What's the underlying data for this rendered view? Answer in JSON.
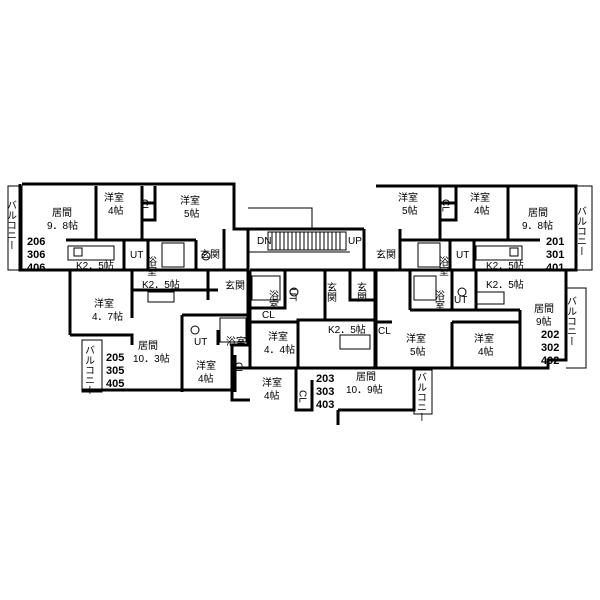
{
  "floorplan": {
    "labels": {
      "bal_206": "バルコニー",
      "liv_206_a": "居間",
      "liv_206_b": "9．8帖",
      "unit_206_a": "206",
      "unit_206_b": "306",
      "unit_206_c": "406",
      "yo_206a_a": "洋室",
      "yo_206a_b": "4帖",
      "cl_206": "CL",
      "yo_206b_a": "洋室",
      "yo_206b_b": "5帖",
      "k_206": "K2．5帖",
      "ut_206": "UT",
      "bath_206": "浴室",
      "ent_206": "玄関",
      "k_205": "K2．5帖",
      "ent_205": "玄関",
      "yo_205a_a": "洋室",
      "yo_205a_b": "4．7帖",
      "bal_205": "バルコニー",
      "liv_205_a": "居間",
      "liv_205_b": "10．3帖",
      "unit_205_a": "205",
      "unit_205_b": "305",
      "unit_205_c": "405",
      "ut_205": "UT",
      "bath_205": "浴室",
      "yo_205b_a": "洋室",
      "yo_205b_b": "4帖",
      "cl_205": "CL",
      "dn": "DN",
      "up": "UP",
      "bath_204": "浴室",
      "ut_204": "UT",
      "cl_204": "CL",
      "yo_204_a": "洋室",
      "yo_204_b": "4．4帖",
      "yo_203_a": "洋室",
      "yo_203_b": "4帖",
      "cl_203": "CL",
      "unit_203_a": "203",
      "unit_203_b": "303",
      "unit_203_c": "403",
      "liv_203_a": "居間",
      "liv_203_b": "10．9帖",
      "ent_203a": "玄関",
      "ent_203b": "玄関",
      "k_203": "K2．5帖",
      "bal_203": "バルコニー",
      "ent_201": "玄関",
      "bath_201": "浴室",
      "ut_201": "UT",
      "k_201": "K2．5帖",
      "yo_201a_a": "洋室",
      "yo_201a_b": "5帖",
      "cl_201": "CL",
      "yo_201b_a": "洋室",
      "yo_201b_b": "4帖",
      "liv_201_a": "居間",
      "liv_201_b": "9．8帖",
      "unit_201_a": "201",
      "unit_201_b": "301",
      "unit_201_c": "401",
      "bal_201": "バルコニー",
      "bath_202": "浴室",
      "ut_202": "UT",
      "k_202": "K2．5帖",
      "liv_202_a": "居間",
      "liv_202_b": "9帖",
      "unit_202_a": "202",
      "unit_202_b": "302",
      "unit_202_c": "402",
      "cl_202": "CL",
      "yo_202a_a": "洋室",
      "yo_202a_b": "5帖",
      "yo_202b_a": "洋室",
      "yo_202b_b": "4帖",
      "bal_202": "バルコニー"
    }
  }
}
